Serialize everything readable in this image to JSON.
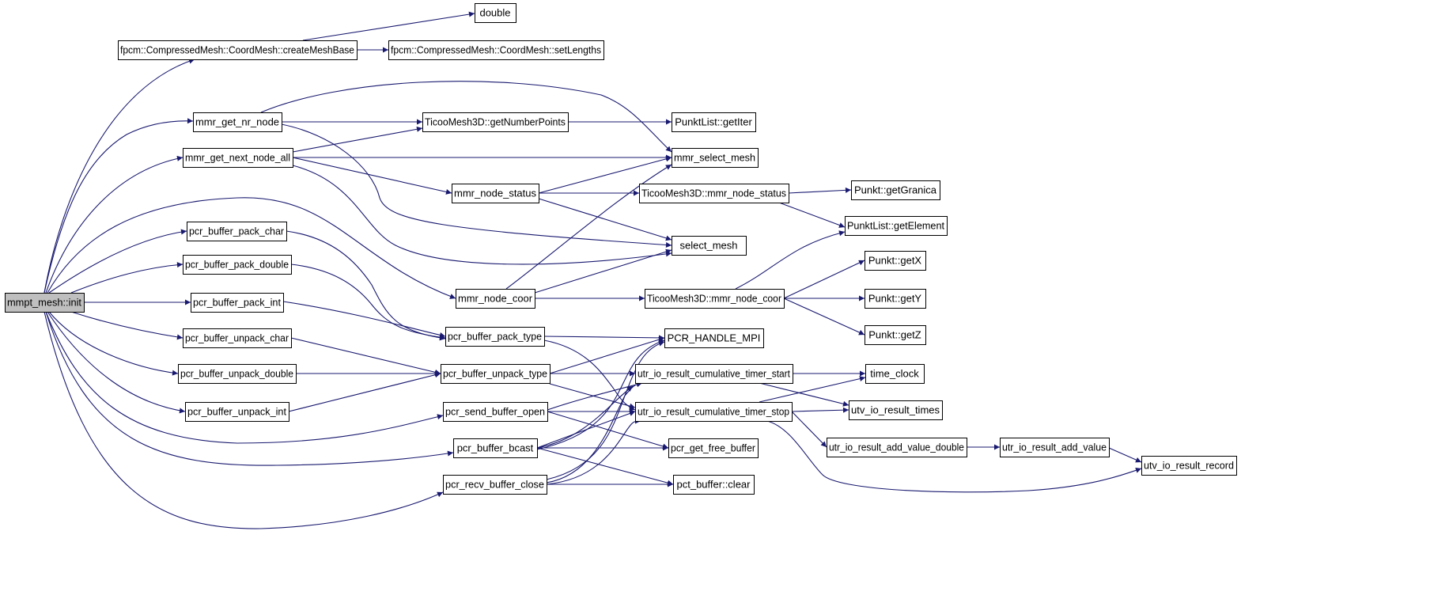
{
  "graph": {
    "type": "call-graph",
    "edge_color": "#191970",
    "root_fill": "#bfbfbf",
    "nodes": [
      {
        "id": "root",
        "label": "mmpt_mesh::init",
        "root": true
      },
      {
        "id": "double",
        "label": "double"
      },
      {
        "id": "createMeshBase",
        "label": "fpcm::CompressedMesh::CoordMesh::createMeshBase"
      },
      {
        "id": "setLengths",
        "label": "fpcm::CompressedMesh::CoordMesh::setLengths"
      },
      {
        "id": "get_nr_node",
        "label": "mmr_get_nr_node"
      },
      {
        "id": "getNumberPoints",
        "label": "TicooMesh3D::getNumberPoints"
      },
      {
        "id": "getIter",
        "label": "PunktList::getIter"
      },
      {
        "id": "get_next_node_all",
        "label": "mmr_get_next_node_all"
      },
      {
        "id": "select_mesh_m",
        "label": "mmr_select_mesh"
      },
      {
        "id": "node_status",
        "label": "mmr_node_status"
      },
      {
        "id": "T_node_status",
        "label": "TicooMesh3D::mmr_node_status"
      },
      {
        "id": "getGranica",
        "label": "Punkt::getGranica"
      },
      {
        "id": "pack_char",
        "label": "pcr_buffer_pack_char"
      },
      {
        "id": "getElement",
        "label": "PunktList::getElement"
      },
      {
        "id": "select_mesh",
        "label": "select_mesh"
      },
      {
        "id": "pack_double",
        "label": "pcr_buffer_pack_double"
      },
      {
        "id": "getX",
        "label": "Punkt::getX"
      },
      {
        "id": "node_coor",
        "label": "mmr_node_coor"
      },
      {
        "id": "T_node_coor",
        "label": "TicooMesh3D::mmr_node_coor"
      },
      {
        "id": "getY",
        "label": "Punkt::getY"
      },
      {
        "id": "pack_int",
        "label": "pcr_buffer_pack_int"
      },
      {
        "id": "getZ",
        "label": "Punkt::getZ"
      },
      {
        "id": "pack_type",
        "label": "pcr_buffer_pack_type"
      },
      {
        "id": "HANDLE_MPI",
        "label": "PCR_HANDLE_MPI"
      },
      {
        "id": "unpack_char",
        "label": "pcr_buffer_unpack_char"
      },
      {
        "id": "unpack_double",
        "label": "pcr_buffer_unpack_double"
      },
      {
        "id": "unpack_type",
        "label": "pcr_buffer_unpack_type"
      },
      {
        "id": "timer_start",
        "label": "utr_io_result_cumulative_timer_start"
      },
      {
        "id": "time_clock",
        "label": "time_clock"
      },
      {
        "id": "unpack_int",
        "label": "pcr_buffer_unpack_int"
      },
      {
        "id": "send_open",
        "label": "pcr_send_buffer_open"
      },
      {
        "id": "timer_stop",
        "label": "utr_io_result_cumulative_timer_stop"
      },
      {
        "id": "result_times",
        "label": "utv_io_result_times"
      },
      {
        "id": "bcast",
        "label": "pcr_buffer_bcast"
      },
      {
        "id": "get_free_buffer",
        "label": "pcr_get_free_buffer"
      },
      {
        "id": "add_value_double",
        "label": "utr_io_result_add_value_double"
      },
      {
        "id": "add_value",
        "label": "utr_io_result_add_value"
      },
      {
        "id": "result_record",
        "label": "utv_io_result_record"
      },
      {
        "id": "recv_close",
        "label": "pcr_recv_buffer_close"
      },
      {
        "id": "clear",
        "label": "pct_buffer::clear"
      }
    ],
    "edges": [
      [
        "root",
        "createMeshBase"
      ],
      [
        "root",
        "get_nr_node"
      ],
      [
        "root",
        "get_next_node_all"
      ],
      [
        "root",
        "node_coor"
      ],
      [
        "root",
        "pack_char"
      ],
      [
        "root",
        "pack_double"
      ],
      [
        "root",
        "pack_int"
      ],
      [
        "root",
        "unpack_char"
      ],
      [
        "root",
        "unpack_double"
      ],
      [
        "root",
        "unpack_int"
      ],
      [
        "root",
        "send_open"
      ],
      [
        "root",
        "bcast"
      ],
      [
        "root",
        "recv_close"
      ],
      [
        "createMeshBase",
        "double"
      ],
      [
        "createMeshBase",
        "setLengths"
      ],
      [
        "get_nr_node",
        "getNumberPoints"
      ],
      [
        "get_nr_node",
        "select_mesh_m"
      ],
      [
        "get_nr_node",
        "select_mesh"
      ],
      [
        "getNumberPoints",
        "getIter"
      ],
      [
        "get_next_node_all",
        "getNumberPoints"
      ],
      [
        "get_next_node_all",
        "select_mesh_m"
      ],
      [
        "get_next_node_all",
        "node_status"
      ],
      [
        "get_next_node_all",
        "select_mesh"
      ],
      [
        "node_status",
        "select_mesh_m"
      ],
      [
        "node_status",
        "T_node_status"
      ],
      [
        "node_status",
        "select_mesh"
      ],
      [
        "T_node_status",
        "getGranica"
      ],
      [
        "T_node_status",
        "getElement"
      ],
      [
        "node_coor",
        "select_mesh_m"
      ],
      [
        "node_coor",
        "select_mesh"
      ],
      [
        "node_coor",
        "T_node_coor"
      ],
      [
        "T_node_coor",
        "getElement"
      ],
      [
        "T_node_coor",
        "getX"
      ],
      [
        "T_node_coor",
        "getY"
      ],
      [
        "T_node_coor",
        "getZ"
      ],
      [
        "pack_char",
        "pack_type"
      ],
      [
        "pack_double",
        "pack_type"
      ],
      [
        "pack_int",
        "pack_type"
      ],
      [
        "pack_type",
        "HANDLE_MPI"
      ],
      [
        "pack_type",
        "timer_stop"
      ],
      [
        "unpack_char",
        "unpack_type"
      ],
      [
        "unpack_double",
        "unpack_type"
      ],
      [
        "unpack_int",
        "unpack_type"
      ],
      [
        "unpack_type",
        "HANDLE_MPI"
      ],
      [
        "unpack_type",
        "timer_start"
      ],
      [
        "unpack_type",
        "timer_stop"
      ],
      [
        "timer_start",
        "time_clock"
      ],
      [
        "timer_start",
        "result_times"
      ],
      [
        "send_open",
        "timer_start"
      ],
      [
        "send_open",
        "timer_stop"
      ],
      [
        "send_open",
        "get_free_buffer"
      ],
      [
        "timer_stop",
        "time_clock"
      ],
      [
        "timer_stop",
        "result_times"
      ],
      [
        "timer_stop",
        "add_value_double"
      ],
      [
        "timer_stop",
        "result_record"
      ],
      [
        "bcast",
        "HANDLE_MPI"
      ],
      [
        "bcast",
        "timer_start"
      ],
      [
        "bcast",
        "timer_stop"
      ],
      [
        "bcast",
        "get_free_buffer"
      ],
      [
        "bcast",
        "clear"
      ],
      [
        "add_value_double",
        "add_value"
      ],
      [
        "add_value",
        "result_record"
      ],
      [
        "recv_close",
        "HANDLE_MPI"
      ],
      [
        "recv_close",
        "timer_start"
      ],
      [
        "recv_close",
        "timer_stop"
      ],
      [
        "recv_close",
        "clear"
      ]
    ]
  }
}
